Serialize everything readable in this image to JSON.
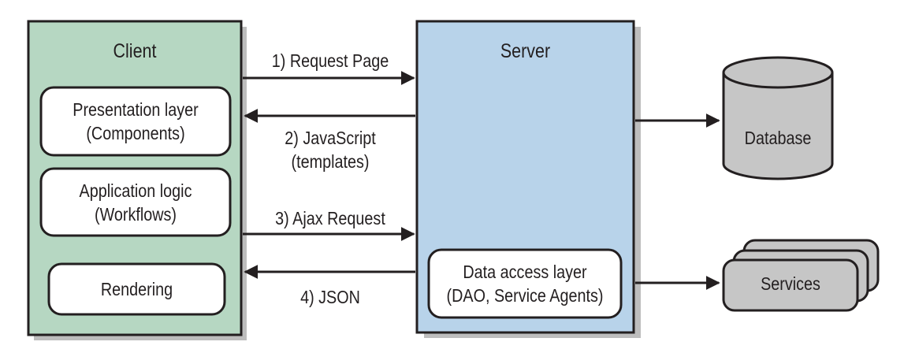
{
  "client": {
    "title": "Client",
    "layers": [
      {
        "label": "Presentation layer\n(Components)"
      },
      {
        "label": "Application logic\n(Workflows)"
      },
      {
        "label": "Rendering"
      }
    ]
  },
  "server": {
    "title": "Server",
    "data_access": "Data access layer\n(DAO, Service Agents)"
  },
  "flows": {
    "request_page": "1) Request Page",
    "javascript": "2) JavaScript\n(templates)",
    "ajax": "3) Ajax Request",
    "json": "4) JSON"
  },
  "external": {
    "database": "Database",
    "services": "Services"
  },
  "colors": {
    "client_fill": "#b6d7c2",
    "server_fill": "#b8d3ea",
    "box_fill": "#ffffff",
    "external_fill": "#c6c6c6",
    "stroke": "#231f20"
  }
}
